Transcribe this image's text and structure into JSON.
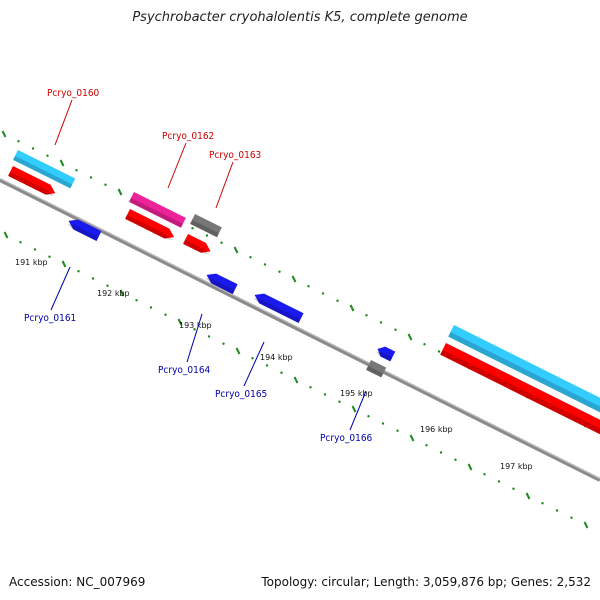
{
  "title": "Psychrobacter cryohalolentis K5, complete genome",
  "footer": {
    "accession": "Accession: NC_007969",
    "topology": "Topology: circular; Length: 3,059,876 bp; Genes: 2,532"
  },
  "colors": {
    "backbone": "#8a8a8a",
    "forward_cds": "#ff0000",
    "reverse_cds": "#1a1aee",
    "forward_label": "#cc0000",
    "reverse_label": "#0000aa",
    "other_gene": "#777777",
    "cyan_feature": "#33ccff",
    "magenta_feature": "#ee2299",
    "ticks": "#1f8a1f"
  },
  "scale": {
    "unit": "kbp",
    "tick_labels": [
      "191 kbp",
      "192 kbp",
      "193 kbp",
      "194 kbp",
      "195 kbp",
      "196 kbp",
      "197 kbp"
    ]
  },
  "genes": [
    {
      "id": "Pcryo_0160",
      "strand": "forward"
    },
    {
      "id": "Pcryo_0161",
      "strand": "reverse"
    },
    {
      "id": "Pcryo_0162",
      "strand": "forward"
    },
    {
      "id": "Pcryo_0163",
      "strand": "forward"
    },
    {
      "id": "Pcryo_0164",
      "strand": "reverse"
    },
    {
      "id": "Pcryo_0165",
      "strand": "reverse"
    },
    {
      "id": "Pcryo_0166",
      "strand": "reverse"
    }
  ]
}
